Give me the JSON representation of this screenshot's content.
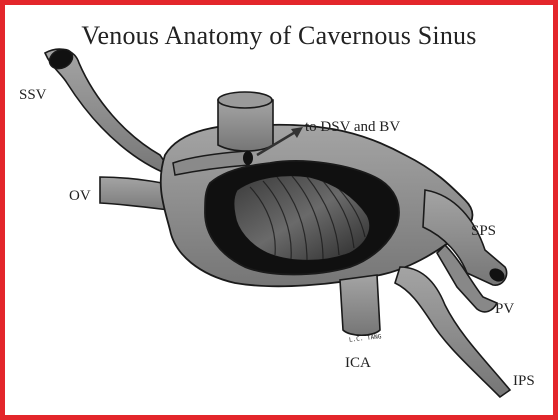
{
  "figure": {
    "title": "Venous Anatomy of Cavernous Sinus",
    "labels": {
      "ssv": "SSV",
      "ov": "OV",
      "dsv_bv": "to DSV and BV",
      "sps": "SPS",
      "pv": "PV",
      "ica": "ICA",
      "ips": "IPS"
    },
    "signature": "L.C. TANG"
  },
  "colors": {
    "frame_border": "#e3262b",
    "vessel_fill": "#8e8e8e",
    "vessel_shadow": "#5e5e5e",
    "lumen": "#111111",
    "outline": "#1a1a1a"
  }
}
